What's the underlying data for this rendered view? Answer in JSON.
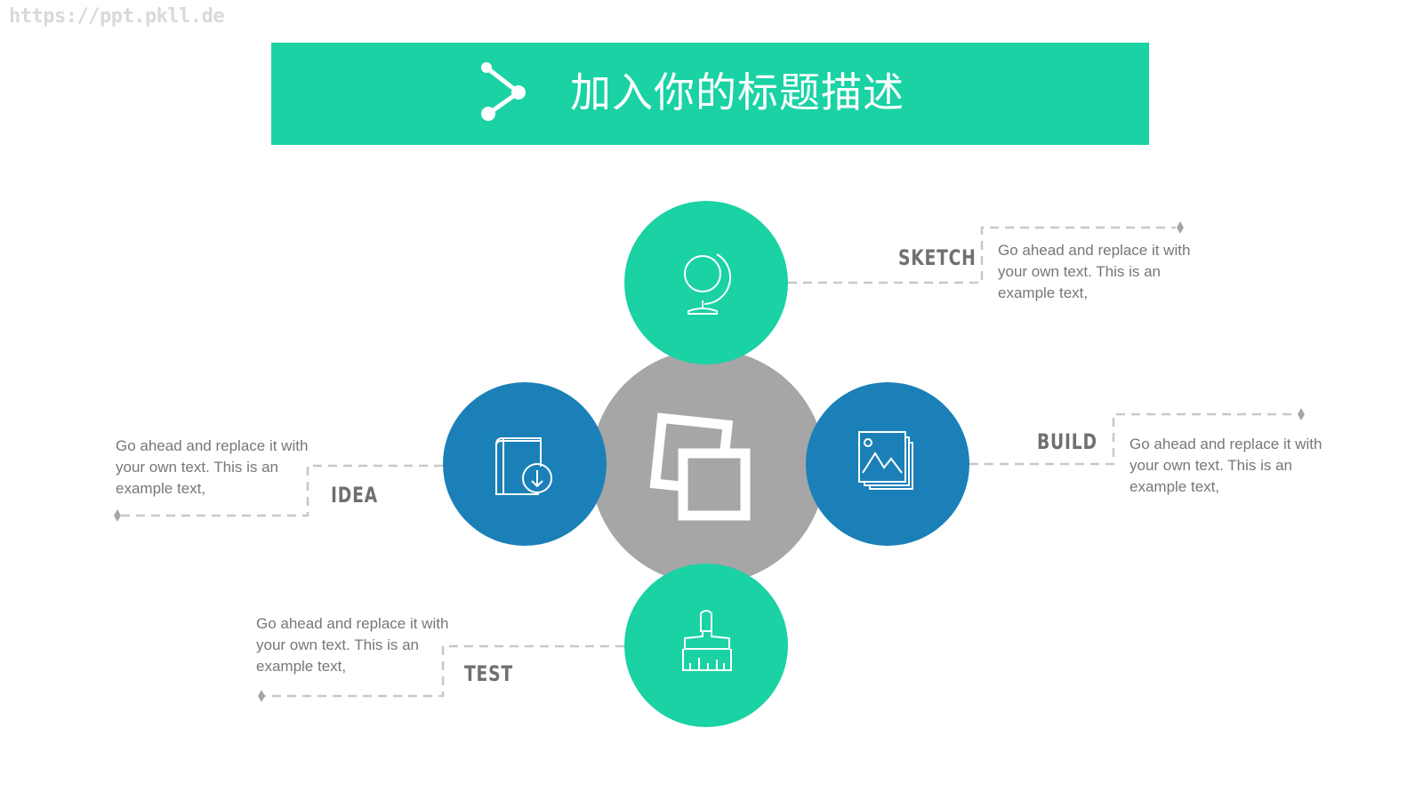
{
  "watermark": "https://ppt.pkll.de",
  "header": {
    "title": "加入你的标题描述",
    "icon": "share-icon",
    "color": "#1ad2a4"
  },
  "colors": {
    "green": "#1ad2a4",
    "blue": "#1b80b7",
    "gray": "#a6a6a6",
    "connector": "#c8c8c8",
    "label": "#707070"
  },
  "center": {
    "icon": "photos-icon"
  },
  "steps": {
    "sketch": {
      "label": "SKETCH",
      "text": "Go ahead and replace it with your own text. This is an example text,",
      "icon": "globe-icon"
    },
    "build": {
      "label": "BUILD",
      "text": "Go ahead and replace it with your own text. This is an example text,",
      "icon": "image-stack-icon"
    },
    "idea": {
      "label": "IDEA",
      "text": "Go ahead and replace it with your own text. This is an example text,",
      "icon": "book-download-icon"
    },
    "test": {
      "label": "TEST",
      "text": "Go ahead and replace it with your own text. This is an example text,",
      "icon": "brush-icon"
    }
  }
}
